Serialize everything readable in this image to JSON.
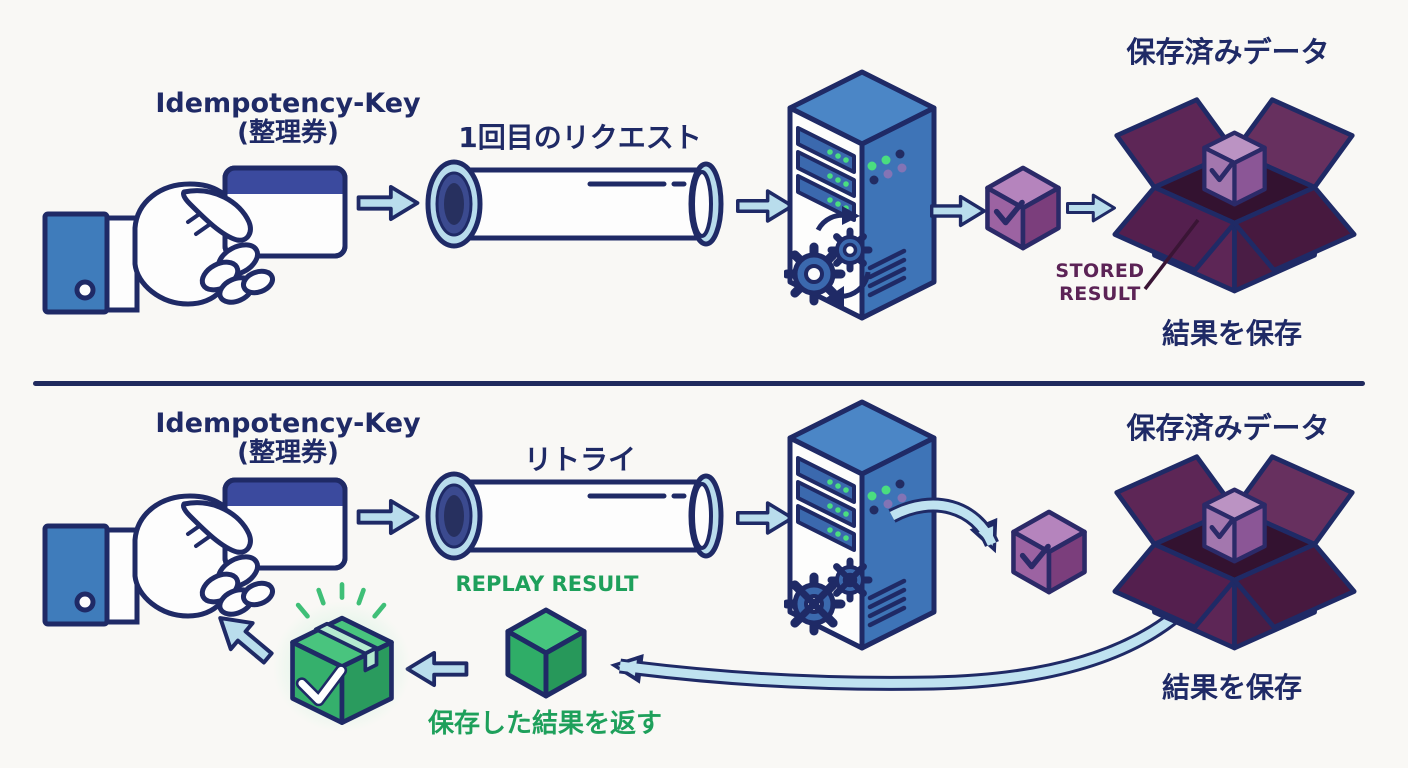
{
  "colors": {
    "navy": "#1f2a66",
    "green": "#1ea05b",
    "maroon": "#5c2356",
    "arrow_fill": "#b9ddec",
    "background": "#f9f8f5",
    "storage_box_purple": "#5d2656",
    "server_blue": "#4b86c6",
    "package_green": "#35b06c"
  },
  "icons": {
    "hand_card": "hand-holding-ticket-card",
    "pipe": "request-pipe",
    "server": "server-tower",
    "gears": "processing-gears",
    "gears_crossed": "processing-skipped-gears",
    "result_cube": "result-cube-with-check",
    "storage_box": "open-storage-box",
    "replay_cube": "replay-result-cube",
    "green_package": "returned-result-package",
    "flow_arrow": "flow-arrow"
  },
  "rows": [
    {
      "key_label_line1": "Idempotency-Key",
      "key_label_line2": "(整理券)",
      "pipe_label": "1回目のリクエスト",
      "stored_data_title": "保存済みデータ",
      "stored_result_line1": "STORED",
      "stored_result_line2": "RESULT",
      "save_caption": "結果を保存"
    },
    {
      "key_label_line1": "Idempotency-Key",
      "key_label_line2": "(整理券)",
      "pipe_label": "リトライ",
      "stored_data_title": "保存済みデータ",
      "save_caption": "結果を保存",
      "replay_label": "REPLAY RESULT",
      "return_label": "保存した結果を返す"
    }
  ]
}
